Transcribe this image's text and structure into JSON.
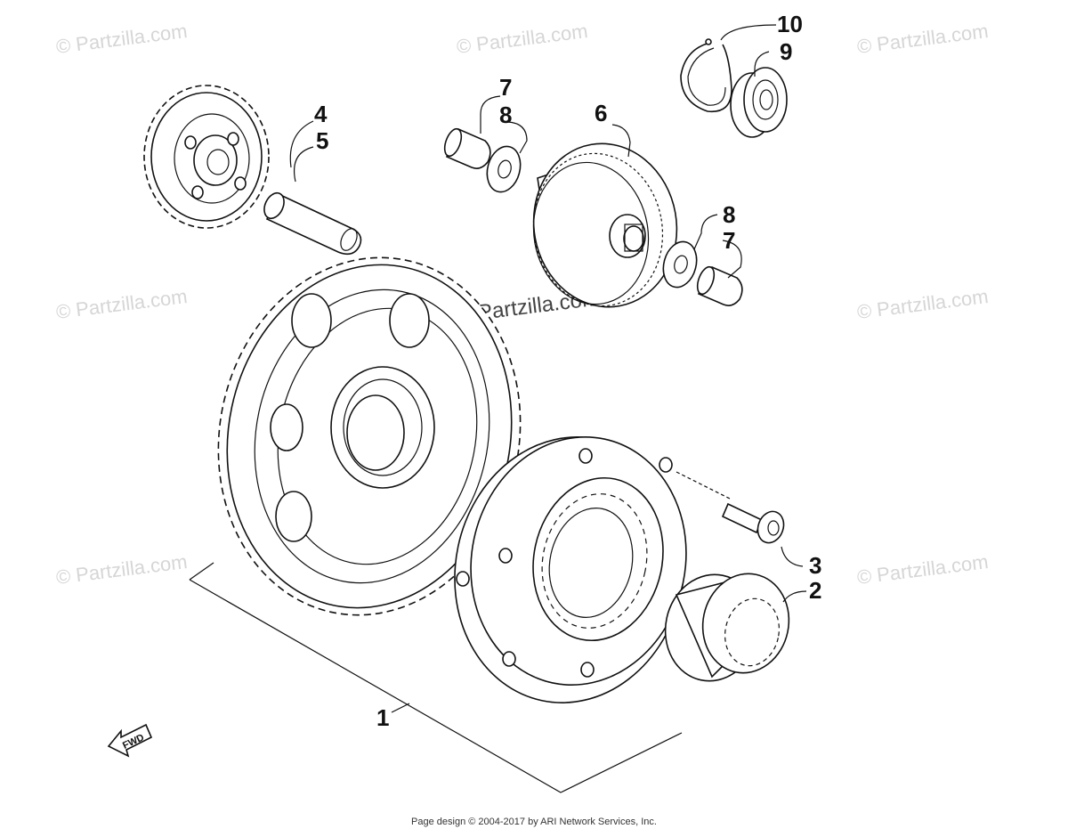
{
  "callouts": [
    {
      "id": "1",
      "label": "1"
    },
    {
      "id": "2",
      "label": "2"
    },
    {
      "id": "3",
      "label": "3"
    },
    {
      "id": "4",
      "label": "4"
    },
    {
      "id": "5",
      "label": "5"
    },
    {
      "id": "6",
      "label": "6"
    },
    {
      "id": "7a",
      "label": "7"
    },
    {
      "id": "8a",
      "label": "8"
    },
    {
      "id": "8b",
      "label": "8"
    },
    {
      "id": "7b",
      "label": "7"
    },
    {
      "id": "9",
      "label": "9"
    },
    {
      "id": "10",
      "label": "10"
    }
  ],
  "watermark": {
    "text": "© Partzilla.com",
    "center_text": "© Partzilla.com"
  },
  "fwd_label": "FWD",
  "footer": "Page design © 2004-2017 by ARI Network Services, Inc."
}
